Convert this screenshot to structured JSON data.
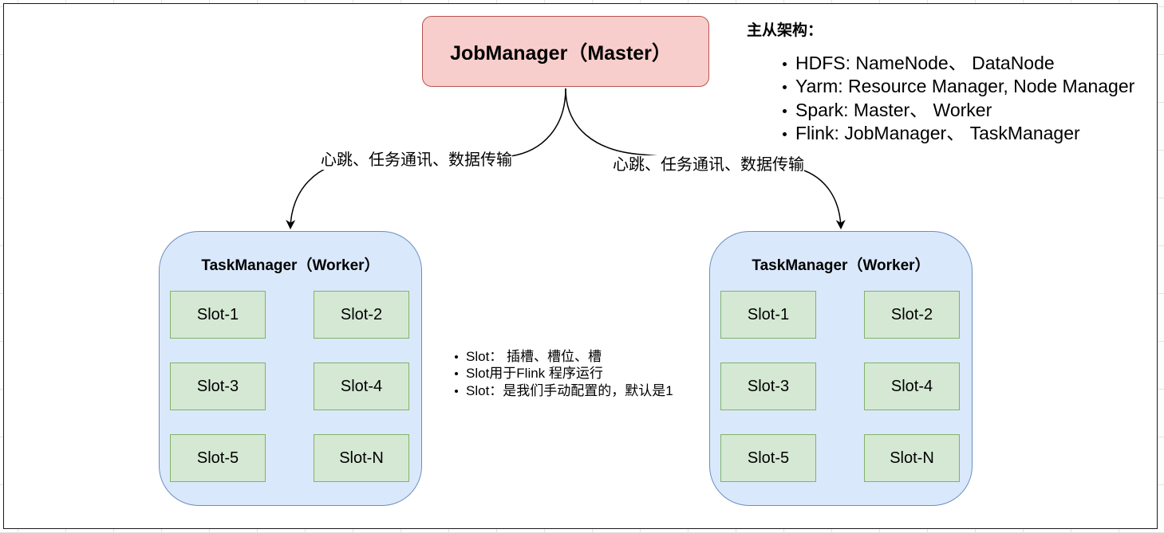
{
  "job_manager": {
    "label": "JobManager（Master）",
    "fill_color": "#f8cecc",
    "stroke_color": "#b85450"
  },
  "edge_labels": {
    "left": "心跳、任务通讯、数据传输",
    "right": "心跳、任务通讯、数据传输"
  },
  "task_managers": [
    {
      "title": "TaskManager（Worker）",
      "slots": [
        "Slot-1",
        "Slot-2",
        "Slot-3",
        "Slot-4",
        "Slot-5",
        "Slot-N"
      ]
    },
    {
      "title": "TaskManager（Worker）",
      "slots": [
        "Slot-1",
        "Slot-2",
        "Slot-3",
        "Slot-4",
        "Slot-5",
        "Slot-N"
      ]
    }
  ],
  "architecture_notes": {
    "title": "主从架构：",
    "items": [
      "HDFS: NameNode、 DataNode",
      "Yarm: Resource Manager, Node Manager",
      "Spark: Master、 Worker",
      "Flink: JobManager、 TaskManager"
    ]
  },
  "slot_notes": {
    "items": [
      "Slot： 插槽、槽位、槽",
      "Slot用于Flink 程序运行",
      "Slot：是我们手动配置的，默认是1"
    ]
  },
  "colors": {
    "task_manager_fill": "#dae8fc",
    "task_manager_stroke": "#6c8ebf",
    "slot_fill": "#d5e8d4",
    "slot_stroke": "#82b366"
  }
}
